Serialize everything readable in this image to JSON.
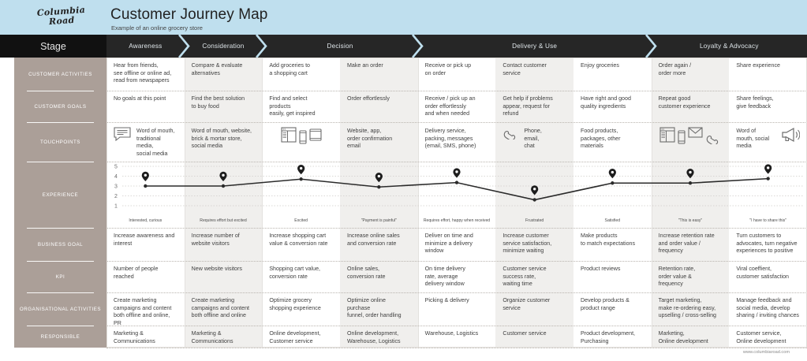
{
  "header": {
    "logo_line1": "Columbia",
    "logo_line2": "Road",
    "title": "Customer Journey Map",
    "subtitle": "Example of an online grocery store",
    "band_color": "#bfdfee"
  },
  "footer": {
    "url": "www.columbiaroad.com"
  },
  "stage_bar": {
    "label": "Stage",
    "bar_color": "#262626",
    "chevron_color": "#bfdfee",
    "stages": [
      {
        "label": "Awareness",
        "span": 1
      },
      {
        "label": "Consideration",
        "span": 1
      },
      {
        "label": "Decision",
        "span": 2
      },
      {
        "label": "Delivery & Use",
        "span": 3
      },
      {
        "label": "Loyalty & Advocacy",
        "span": 2
      }
    ]
  },
  "rail": {
    "bg_color": "#ab9f98",
    "items": [
      {
        "label": "CUSTOMER ACTIVITIES"
      },
      {
        "label": "CUSTOMER GOALS"
      },
      {
        "label": "TOUCHPOINTS"
      },
      {
        "label": "EXPERIENCE"
      },
      {
        "label": "BUSINESS GOAL"
      },
      {
        "label": "KPI"
      },
      {
        "label": "ORGANISATIONAL ACTIVITIES"
      },
      {
        "label": "RESPONSIBLE"
      }
    ]
  },
  "rows": {
    "customer_activities": [
      "Hear from friends,\nsee offline or online ad,\nread from newspapers",
      "Compare & evaluate\nalternatives",
      "Add groceries to\na shopping cart",
      "Make an order",
      "Receive or pick up\non order",
      "Contact customer\nservice",
      "Enjoy groceries",
      "Order again /\norder more",
      "Share experience"
    ],
    "customer_goals": [
      "No goals at this point",
      "Find the best solution\nto buy food",
      "Find and select\nproducts\neasily, get inspired",
      "Order effortlessly",
      "Receive / pick up an\norder effortlessly\nand when needed",
      "Get help if problems\nappear, request for\nrefund",
      "Have right and good\nquality ingredients",
      "Repeat good\ncustomer experience",
      "Share feelings,\ngive feedback"
    ],
    "touchpoints": [
      {
        "text": "Word of mouth,\ntraditional media,\nsocial media",
        "icons": [
          "speech-bubble-icon"
        ],
        "icon_side": "left"
      },
      {
        "text": "Word of mouth, website,\nbrick & mortar store,\nsocial media",
        "icons": [],
        "icon_side": "none"
      },
      {
        "text": "",
        "icons": [
          "browser-window-icon",
          "mobile-phone-icon",
          "tablet-icon"
        ],
        "icon_side": "only"
      },
      {
        "text": "Website, app,\norder confirmation\nemail",
        "icons": [],
        "icon_side": "none"
      },
      {
        "text": "Delivery service,\npacking, messages\n(email, SMS, phone)",
        "icons": [],
        "icon_side": "none"
      },
      {
        "text": "Phone,\nemail,\nchat",
        "icons": [
          "phone-handset-icon"
        ],
        "icon_side": "left"
      },
      {
        "text": "Food products,\npackages, other\nmaterials",
        "icons": [],
        "icon_side": "none"
      },
      {
        "text": "",
        "icons": [
          "browser-window-icon",
          "mobile-phone-icon",
          "envelope-icon",
          "phone-handset-icon"
        ],
        "icon_side": "only"
      },
      {
        "text": "Word of\nmouth, social\nmedia",
        "icons": [
          "megaphone-icon"
        ],
        "icon_side": "right"
      }
    ],
    "business_goal": [
      "Increase awareness and\ninterest",
      "Increase number of\nwebsite visitors",
      "Increase shopping cart\nvalue & conversion rate",
      "Increase online sales\nand conversion rate",
      "Deliver on time and\nminimize a delivery\nwindow",
      "Increase customer\nservice satisfaction,\nminimize waiting",
      "Make products\nto match expectations",
      "Increase retention rate\nand order value /\nfrequency",
      "Turn customers to\nadvocates, turn negative\nexperiences to positive"
    ],
    "kpi": [
      "Number of people reached",
      "New website visitors",
      "Shopping cart value,\nconversion rate",
      "Online sales,\nconversion rate",
      "On time delivery\nrate, average\ndelivery window",
      "Customer service\nsuccess rate,\nwaiting time",
      "Product reviews",
      "Retention rate,\norder value &\nfrequency",
      "Viral coeffient,\ncustomer satisfaction"
    ],
    "organisational_activities": [
      "Create marketing\ncampaigns and content\nboth offline and online, PR",
      "Create marketing\ncampaigns and content\nboth offline and online",
      "Optimize grocery\nshopping experience",
      "Optimize online\npurchase\nfunnel, order handling",
      "Picking & delivery",
      "Organize customer\nservice",
      "Develop products &\nproduct range",
      "Target marketing,\nmake re-ordering easy,\nupselling / cross-selling",
      "Manage feedback and\nsocial media, develop\nsharing / inviting chances"
    ],
    "responsible": [
      "Marketing &\nCommunications",
      "Marketing &\nCommunications",
      "Online development,\nCustomer service",
      "Online development,\nWarehouse, Logistics",
      "Warehouse, Logistics",
      "Customer service",
      "Product development,\nPurchasing",
      "Marketing,\nOnline development",
      "Customer service,\nOnline development"
    ]
  },
  "chart_data": {
    "type": "line",
    "title": "Experience",
    "xlabel": "",
    "ylabel": "",
    "ylim": [
      1,
      5
    ],
    "yticks": [
      1,
      2,
      3,
      4,
      5
    ],
    "grid": true,
    "legend": "none",
    "line_color": "#2b2b2b",
    "marker": "map-pin",
    "categories": [
      "Awareness",
      "Consideration",
      "Decision (cart)",
      "Decision (order)",
      "Delivery",
      "Customer service",
      "Enjoy groceries",
      "Order again",
      "Share experience"
    ],
    "values": [
      3,
      3,
      3.7,
      2.9,
      3.35,
      1.6,
      3.3,
      3.3,
      3.75
    ],
    "point_labels": [
      "Interested, curious",
      "Requires effort but excited",
      "Excited",
      "\"Payment is painful\"",
      "Requires effort, happy when received",
      "Frustrated",
      "Satisfied",
      "\"This is easy\"",
      "\"I have to share this\""
    ]
  }
}
